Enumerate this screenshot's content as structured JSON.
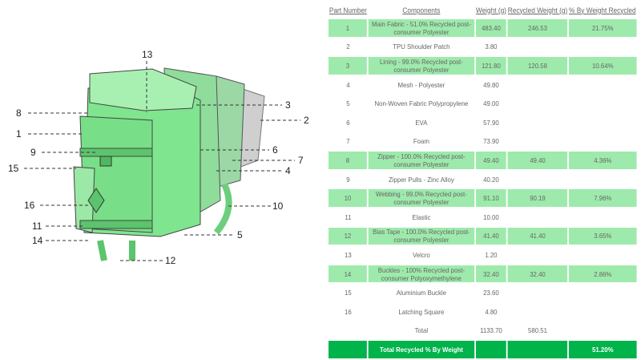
{
  "callouts": [
    "13",
    "8",
    "1",
    "9",
    "15",
    "16",
    "11",
    "14",
    "12",
    "5",
    "10",
    "4",
    "7",
    "6",
    "3",
    "2"
  ],
  "table": {
    "headers": [
      "Part Number",
      "Components",
      "Weight (g)",
      "Recycled Weight (g)",
      "% By Weight Recycled"
    ],
    "rows": [
      {
        "part": "1",
        "component": "Main Fabric - 51.0% Recycled post-consumer Polyester",
        "weight": "483.40",
        "recycled": "246.53",
        "pct": "21.75%",
        "highlight": true
      },
      {
        "part": "2",
        "component": "TPU Shoulder Patch",
        "weight": "3.80",
        "recycled": "",
        "pct": "",
        "highlight": false
      },
      {
        "part": "3",
        "component": "Lining - 99.0% Recycled post-consumer Polyester",
        "weight": "121.80",
        "recycled": "120.58",
        "pct": "10.64%",
        "highlight": true
      },
      {
        "part": "4",
        "component": "Mesh - Polyester",
        "weight": "49.80",
        "recycled": "",
        "pct": "",
        "highlight": false
      },
      {
        "part": "5",
        "component": "Non-Woven Fabric Polypropylene",
        "weight": "49.00",
        "recycled": "",
        "pct": "",
        "highlight": false
      },
      {
        "part": "6",
        "component": "EVA",
        "weight": "57.90",
        "recycled": "",
        "pct": "",
        "highlight": false
      },
      {
        "part": "7",
        "component": "Foam",
        "weight": "73.90",
        "recycled": "",
        "pct": "",
        "highlight": false
      },
      {
        "part": "8",
        "component": "Zipper - 100.0% Recycled post-consumer Polyester",
        "weight": "49.40",
        "recycled": "49.40",
        "pct": "4.36%",
        "highlight": true
      },
      {
        "part": "9",
        "component": "Zipper Pulls - Zinc Alloy",
        "weight": "40.20",
        "recycled": "",
        "pct": "",
        "highlight": false
      },
      {
        "part": "10",
        "component": "Webbing - 99.0% Recycled post-consumer Polyester",
        "weight": "91.10",
        "recycled": "90.19",
        "pct": "7.96%",
        "highlight": true
      },
      {
        "part": "11",
        "component": "Elastic",
        "weight": "10.00",
        "recycled": "",
        "pct": "",
        "highlight": false
      },
      {
        "part": "12",
        "component": "Bias Tape - 100.0% Recycled post-consumer Polyester",
        "weight": "41.40",
        "recycled": "41.40",
        "pct": "3.65%",
        "highlight": true
      },
      {
        "part": "13",
        "component": "Velcro",
        "weight": "1.20",
        "recycled": "",
        "pct": "",
        "highlight": false
      },
      {
        "part": "14",
        "component": "Buckles - 100% Recycled post-consumer Polyoxymethylene",
        "weight": "32.40",
        "recycled": "32.40",
        "pct": "2.86%",
        "highlight": true
      },
      {
        "part": "15",
        "component": "Aluminium Buckle",
        "weight": "23.60",
        "recycled": "",
        "pct": "",
        "highlight": false
      },
      {
        "part": "16",
        "component": "Latching Square",
        "weight": "4.80",
        "recycled": "",
        "pct": "",
        "highlight": false
      }
    ],
    "total": {
      "label": "Total",
      "weight": "1133.70",
      "recycled": "580.51"
    },
    "summary": {
      "label": "Total Recycled % By Weight",
      "value": "51.20%"
    }
  },
  "colors": {
    "highlight": "#9eeaac",
    "summary": "#00b34b",
    "backpack": "#7fe58f"
  }
}
